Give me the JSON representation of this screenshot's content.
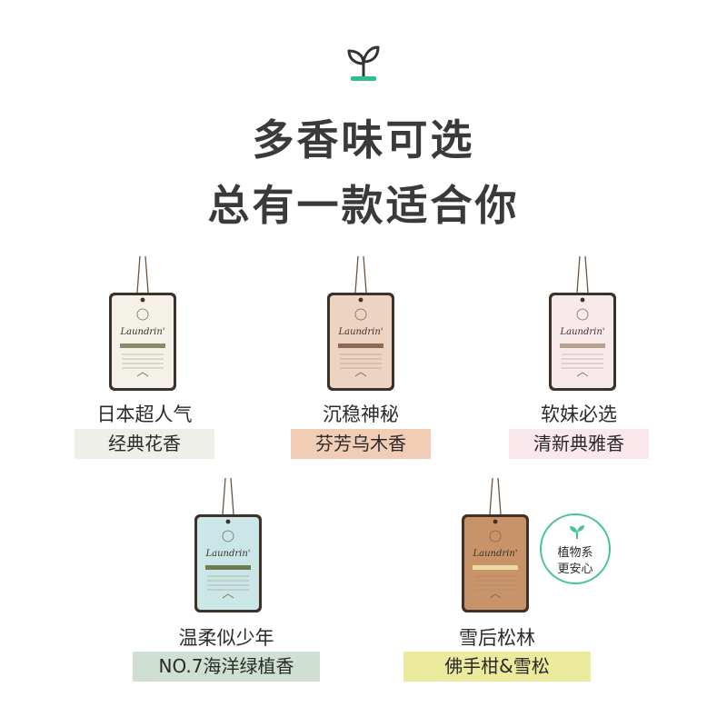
{
  "header": {
    "icon": "sprout-icon",
    "icon_color": "#2bbf8e",
    "title_line1": "多香味可选",
    "title_line2": "总有一款适合你"
  },
  "card_brand": "Laundrin'",
  "products": [
    {
      "label": "日本超人气",
      "scent": "经典花香",
      "pill_color": "#efefea",
      "card_color": "#f4f1e8",
      "band_color": "#8a8a6a"
    },
    {
      "label": "沉稳神秘",
      "scent": "芬芳乌木香",
      "pill_color": "#f1cdb6",
      "card_color": "#ecd3c2",
      "band_color": "#8a6a54"
    },
    {
      "label": "软妹必选",
      "scent": "清新典雅香",
      "pill_color": "#fbe8ec",
      "card_color": "#f8eaea",
      "band_color": "#b9a08a"
    },
    {
      "label": "温柔似少年",
      "scent": "NO.7海洋绿植香",
      "pill_color": "#cfe0d3",
      "card_color": "#cbe6e6",
      "band_color": "#6f7c52"
    },
    {
      "label": "雪后松林",
      "scent": "佛手柑&雪松",
      "pill_color": "#ecea9c",
      "card_color": "#c9936a",
      "band_color": "#e9dba0"
    }
  ],
  "badge": {
    "icon": "leaf-icon",
    "line1": "植物系",
    "line2": "更安心",
    "color": "#49c29a"
  }
}
